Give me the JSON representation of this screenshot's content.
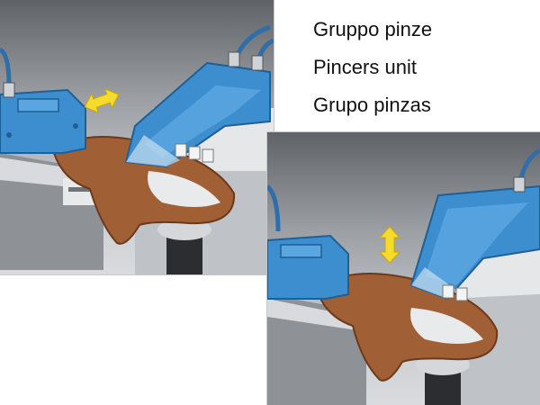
{
  "captions": {
    "line1": "Gruppo pinze",
    "line2": "Pincers unit",
    "line3": "Grupo pinzas"
  },
  "colors": {
    "machine_blue": "#3d8ecf",
    "machine_blue_dark": "#1f5f94",
    "leather_brown": "#a05f34",
    "arrow_yellow": "#f5dc2a",
    "background_gray": "#a6aaaf"
  },
  "illustrations": [
    {
      "name": "pincers-unit-horizontal-motion",
      "arrow": "double-arrow-horizontal"
    },
    {
      "name": "pincers-unit-vertical-motion",
      "arrow": "double-arrow-vertical"
    }
  ]
}
